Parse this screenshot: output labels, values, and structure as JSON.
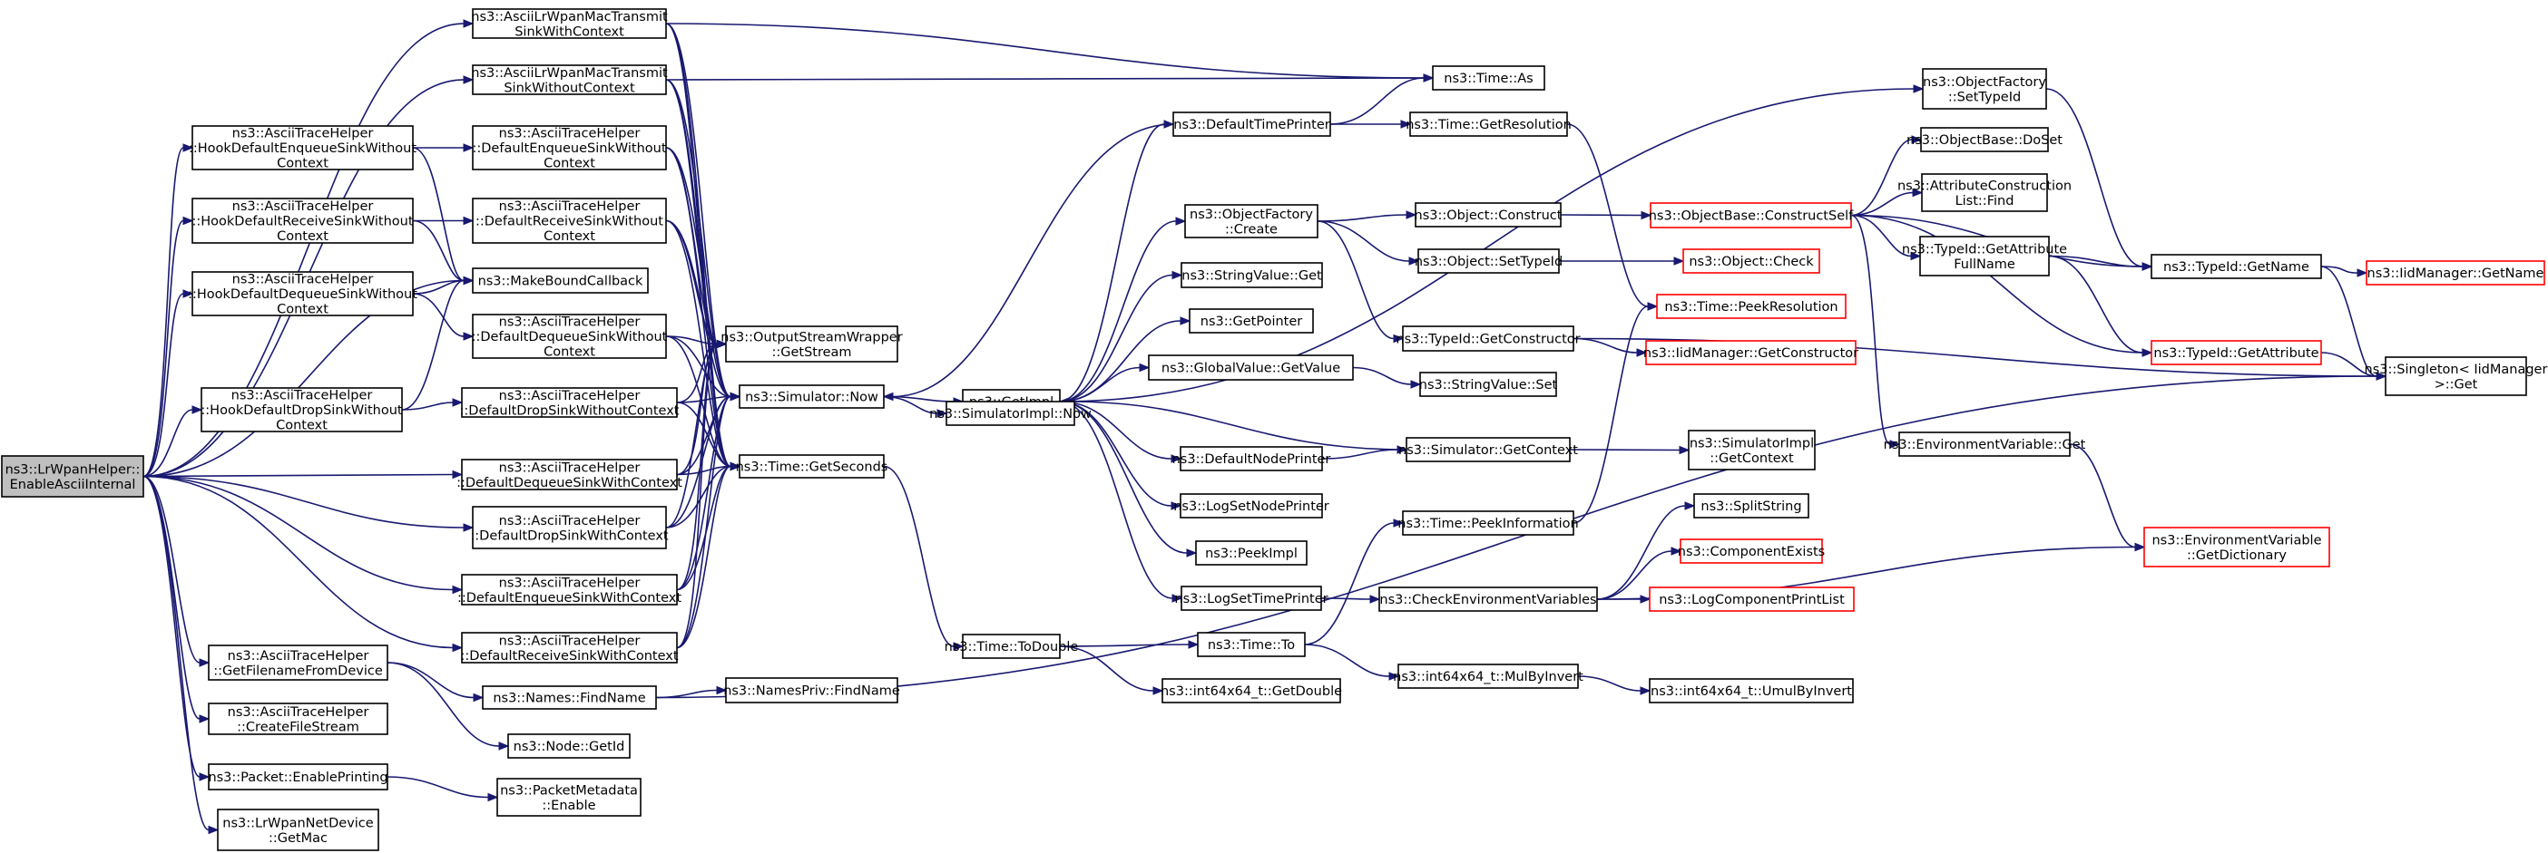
{
  "diagram": {
    "nodes": {
      "root": {
        "lines": [
          "ns3::LrWpanHelper::",
          "EnableAsciiInternal"
        ]
      },
      "aTrSink": {
        "lines": [
          "ns3::AsciiLrWpanMacTransmit",
          "SinkWithContext"
        ]
      },
      "aTrSinkNo": {
        "lines": [
          "ns3::AsciiLrWpanMacTransmit",
          "SinkWithoutContext"
        ]
      },
      "hookEnq": {
        "lines": [
          "ns3::AsciiTraceHelper",
          "::HookDefaultEnqueueSinkWithout",
          "Context"
        ]
      },
      "hookRecv": {
        "lines": [
          "ns3::AsciiTraceHelper",
          "::HookDefaultReceiveSinkWithout",
          "Context"
        ]
      },
      "hookDeq": {
        "lines": [
          "ns3::AsciiTraceHelper",
          "::HookDefaultDequeueSinkWithout",
          "Context"
        ]
      },
      "hookDrop": {
        "lines": [
          "ns3::AsciiTraceHelper",
          "::HookDefaultDropSinkWithout",
          "Context"
        ]
      },
      "makeBound": {
        "lines": [
          "ns3::MakeBoundCallback"
        ]
      },
      "defEnqNo": {
        "lines": [
          "ns3::AsciiTraceHelper",
          "::DefaultEnqueueSinkWithout",
          "Context"
        ]
      },
      "defRecvNo": {
        "lines": [
          "ns3::AsciiTraceHelper",
          "::DefaultReceiveSinkWithout",
          "Context"
        ]
      },
      "defDeqNo": {
        "lines": [
          "ns3::AsciiTraceHelper",
          "::DefaultDequeueSinkWithout",
          "Context"
        ]
      },
      "defDropNo": {
        "lines": [
          "ns3::AsciiTraceHelper",
          "::DefaultDropSinkWithoutContext"
        ]
      },
      "defDeqW": {
        "lines": [
          "ns3::AsciiTraceHelper",
          "::DefaultDequeueSinkWithContext"
        ]
      },
      "defDropW": {
        "lines": [
          "ns3::AsciiTraceHelper",
          "::DefaultDropSinkWithContext"
        ]
      },
      "defEnqW": {
        "lines": [
          "ns3::AsciiTraceHelper",
          "::DefaultEnqueueSinkWithContext"
        ]
      },
      "defRecvW": {
        "lines": [
          "ns3::AsciiTraceHelper",
          "::DefaultReceiveSinkWithContext"
        ]
      },
      "getFile": {
        "lines": [
          "ns3::AsciiTraceHelper",
          "::GetFilenameFromDevice"
        ]
      },
      "createFile": {
        "lines": [
          "ns3::AsciiTraceHelper",
          "::CreateFileStream"
        ]
      },
      "enablePrint": {
        "lines": [
          "ns3::Packet::EnablePrinting"
        ]
      },
      "getMac": {
        "lines": [
          "ns3::LrWpanNetDevice",
          "::GetMac"
        ]
      },
      "osw": {
        "lines": [
          "ns3::OutputStreamWrapper",
          "::GetStream"
        ]
      },
      "simNow": {
        "lines": [
          "ns3::Simulator::Now"
        ]
      },
      "getSeconds": {
        "lines": [
          "ns3::Time::GetSeconds"
        ]
      },
      "findName": {
        "lines": [
          "ns3::Names::FindName"
        ]
      },
      "nodeGetId": {
        "lines": [
          "ns3::Node::GetId"
        ]
      },
      "pmEnable": {
        "lines": [
          "ns3::PacketMetadata",
          "::Enable"
        ]
      },
      "namesPriv": {
        "lines": [
          "ns3::NamesPriv::FindName"
        ]
      },
      "getImpl": {
        "lines": [
          "ns3::GetImpl"
        ]
      },
      "simImplNow": {
        "lines": [
          "ns3::SimulatorImpl::Now"
        ]
      },
      "toDouble": {
        "lines": [
          "ns3::Time::ToDouble"
        ]
      },
      "defTimePr": {
        "lines": [
          "ns3::DefaultTimePrinter"
        ]
      },
      "ofCreate": {
        "lines": [
          "ns3::ObjectFactory",
          "::Create"
        ]
      },
      "strGet": {
        "lines": [
          "ns3::StringValue::Get"
        ]
      },
      "getPointer": {
        "lines": [
          "ns3::GetPointer"
        ]
      },
      "gvGet": {
        "lines": [
          "ns3::GlobalValue::GetValue"
        ]
      },
      "defNodePr": {
        "lines": [
          "ns3::DefaultNodePrinter"
        ]
      },
      "logSetNode": {
        "lines": [
          "ns3::LogSetNodePrinter"
        ]
      },
      "peekImpl": {
        "lines": [
          "ns3::PeekImpl"
        ]
      },
      "logSetTime": {
        "lines": [
          "ns3::LogSetTimePrinter"
        ]
      },
      "timeTo": {
        "lines": [
          "ns3::Time::To"
        ]
      },
      "i64GetDouble": {
        "lines": [
          "ns3::int64x64_t::GetDouble"
        ]
      },
      "timeAs": {
        "lines": [
          "ns3::Time::As"
        ]
      },
      "getRes": {
        "lines": [
          "ns3::Time::GetResolution"
        ]
      },
      "objConstruct": {
        "lines": [
          "ns3::Object::Construct"
        ]
      },
      "objSetTid": {
        "lines": [
          "ns3::Object::SetTypeId"
        ]
      },
      "tidGetCtor": {
        "lines": [
          "ns3::TypeId::GetConstructor"
        ]
      },
      "strSet": {
        "lines": [
          "ns3::StringValue::Set"
        ]
      },
      "simGetCtx": {
        "lines": [
          "ns3::Simulator::GetContext"
        ]
      },
      "peekInfo": {
        "lines": [
          "ns3::Time::PeekInformation"
        ]
      },
      "checkEnv": {
        "lines": [
          "ns3::CheckEnvironmentVariables"
        ]
      },
      "mulByInv": {
        "lines": [
          "ns3::int64x64_t::MulByInvert"
        ]
      },
      "ofSetTid": {
        "lines": [
          "ns3::ObjectFactory",
          "::SetTypeId"
        ]
      },
      "obConstructSelf": {
        "lines": [
          "ns3::ObjectBase::ConstructSelf"
        ]
      },
      "objCheck": {
        "lines": [
          "ns3::Object::Check"
        ]
      },
      "peekRes": {
        "lines": [
          "ns3::Time::PeekResolution"
        ]
      },
      "iidGetCtor": {
        "lines": [
          "ns3::IidManager::GetConstructor"
        ]
      },
      "simImplCtx": {
        "lines": [
          "ns3::SimulatorImpl",
          "::GetContext"
        ]
      },
      "splitStr": {
        "lines": [
          "ns3::SplitString"
        ]
      },
      "compExists": {
        "lines": [
          "ns3::ComponentExists"
        ]
      },
      "logCompPrint": {
        "lines": [
          "ns3::LogComponentPrintList"
        ]
      },
      "umulByInv": {
        "lines": [
          "ns3::int64x64_t::UmulByInvert"
        ]
      },
      "obDoSet": {
        "lines": [
          "ns3::ObjectBase::DoSet"
        ]
      },
      "attrList": {
        "lines": [
          "ns3::AttributeConstruction",
          "List::Find"
        ]
      },
      "tidGetAttrFull": {
        "lines": [
          "ns3::TypeId::GetAttribute",
          "FullName"
        ]
      },
      "envGet": {
        "lines": [
          "ns3::EnvironmentVariable::Get"
        ]
      },
      "envDict": {
        "lines": [
          "ns3::EnvironmentVariable",
          "::GetDictionary"
        ]
      },
      "tidGetName": {
        "lines": [
          "ns3::TypeId::GetName"
        ]
      },
      "tidGetAttr": {
        "lines": [
          "ns3::TypeId::GetAttribute"
        ]
      },
      "iidGetName": {
        "lines": [
          "ns3::IidManager::GetName"
        ]
      },
      "singleton": {
        "lines": [
          "ns3::Singleton< IidManager",
          ">::Get"
        ]
      }
    }
  }
}
